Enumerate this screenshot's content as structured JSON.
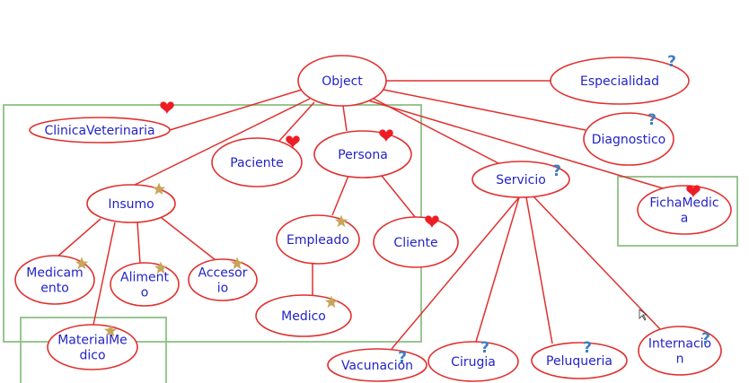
{
  "colors": {
    "edge": "#e0302e",
    "node_text": "#2323c8",
    "group_box": "#8cc084",
    "heart": "#ee1c24",
    "star": "#c8a55a",
    "question": "#3c7fc0"
  },
  "marker_icons": {
    "heart": "heart-icon",
    "star": "star-icon",
    "question": "question-mark-icon"
  },
  "nodes": {
    "object": {
      "lines": [
        "Object"
      ],
      "marker": ""
    },
    "especialidad": {
      "lines": [
        "Especialidad"
      ],
      "marker": "question",
      "marker_text": "?"
    },
    "clinica_veterinaria": {
      "lines": [
        "ClinicaVeterinaria"
      ],
      "marker": "heart"
    },
    "paciente": {
      "lines": [
        "Paciente"
      ],
      "marker": "heart"
    },
    "persona": {
      "lines": [
        "Persona"
      ],
      "marker": "heart"
    },
    "diagnostico": {
      "lines": [
        "Diagnostico"
      ],
      "marker": "question",
      "marker_text": "?"
    },
    "servicio": {
      "lines": [
        "Servicio"
      ],
      "marker": "question",
      "marker_text": "?"
    },
    "ficha_medica": {
      "lines": [
        "FichaMedic",
        "a"
      ],
      "marker": "heart"
    },
    "insumo": {
      "lines": [
        "Insumo"
      ],
      "marker": "star"
    },
    "empleado": {
      "lines": [
        "Empleado"
      ],
      "marker": "star"
    },
    "cliente": {
      "lines": [
        "Cliente"
      ],
      "marker": "heart"
    },
    "medicamento": {
      "lines": [
        "Medicam",
        "ento"
      ],
      "marker": "star"
    },
    "alimento": {
      "lines": [
        "Aliment",
        "o"
      ],
      "marker": "star"
    },
    "accesorio": {
      "lines": [
        "Accesor",
        "io"
      ],
      "marker": "star"
    },
    "medico": {
      "lines": [
        "Medico"
      ],
      "marker": "star"
    },
    "material_medico": {
      "lines": [
        "MaterialMe",
        "dico"
      ],
      "marker": "star"
    },
    "vacunacion": {
      "lines": [
        "Vacunacion"
      ],
      "marker": "question",
      "marker_text": "?"
    },
    "cirugia": {
      "lines": [
        "Cirugia"
      ],
      "marker": "question",
      "marker_text": "?"
    },
    "peluqueria": {
      "lines": [
        "Peluqueria"
      ],
      "marker": "question",
      "marker_text": "?"
    },
    "internacion": {
      "lines": [
        "Internacio",
        "n"
      ],
      "marker": "question",
      "marker_text": "?"
    }
  },
  "edges": [
    [
      "object",
      "especialidad"
    ],
    [
      "object",
      "clinica_veterinaria"
    ],
    [
      "object",
      "paciente"
    ],
    [
      "object",
      "persona"
    ],
    [
      "object",
      "diagnostico"
    ],
    [
      "object",
      "servicio"
    ],
    [
      "object",
      "ficha_medica"
    ],
    [
      "object",
      "insumo"
    ],
    [
      "persona",
      "empleado"
    ],
    [
      "persona",
      "cliente"
    ],
    [
      "empleado",
      "medico"
    ],
    [
      "insumo",
      "medicamento"
    ],
    [
      "insumo",
      "alimento"
    ],
    [
      "insumo",
      "accesorio"
    ],
    [
      "insumo",
      "material_medico"
    ],
    [
      "servicio",
      "vacunacion"
    ],
    [
      "servicio",
      "cirugia"
    ],
    [
      "servicio",
      "peluqueria"
    ],
    [
      "servicio",
      "internacion"
    ]
  ],
  "groups": [
    "big-group",
    "material-group",
    "ficha-group"
  ]
}
